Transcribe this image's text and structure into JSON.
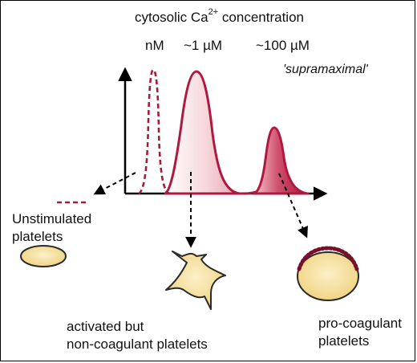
{
  "title": {
    "prefix": "cytosolic Ca",
    "superscript": "2+",
    "suffix": " concentration"
  },
  "units": {
    "nanomolar": "nM",
    "micromolar": "~1 µM",
    "hundred_micromolar": "~100 µM"
  },
  "supramaximal_label": "'supramaximal'",
  "platelet_states": {
    "unstimulated": "Unstimulated\nplatelets",
    "activated": "activated but\nnon-coagulant platelets",
    "procoagulant": "pro-coagulant\nplatelets"
  },
  "colors": {
    "dashed_curve": "#a51c3c",
    "peak_outline": "#b0193f",
    "peak_light_fill": "#f3c9cf",
    "peak_dark_fill": "#b3163e",
    "platelet_fill": "#f7e19a",
    "platelet_edge": "#2a2a2a",
    "procoagulant_dots": "#7a0f2c",
    "axis": "#000000"
  }
}
